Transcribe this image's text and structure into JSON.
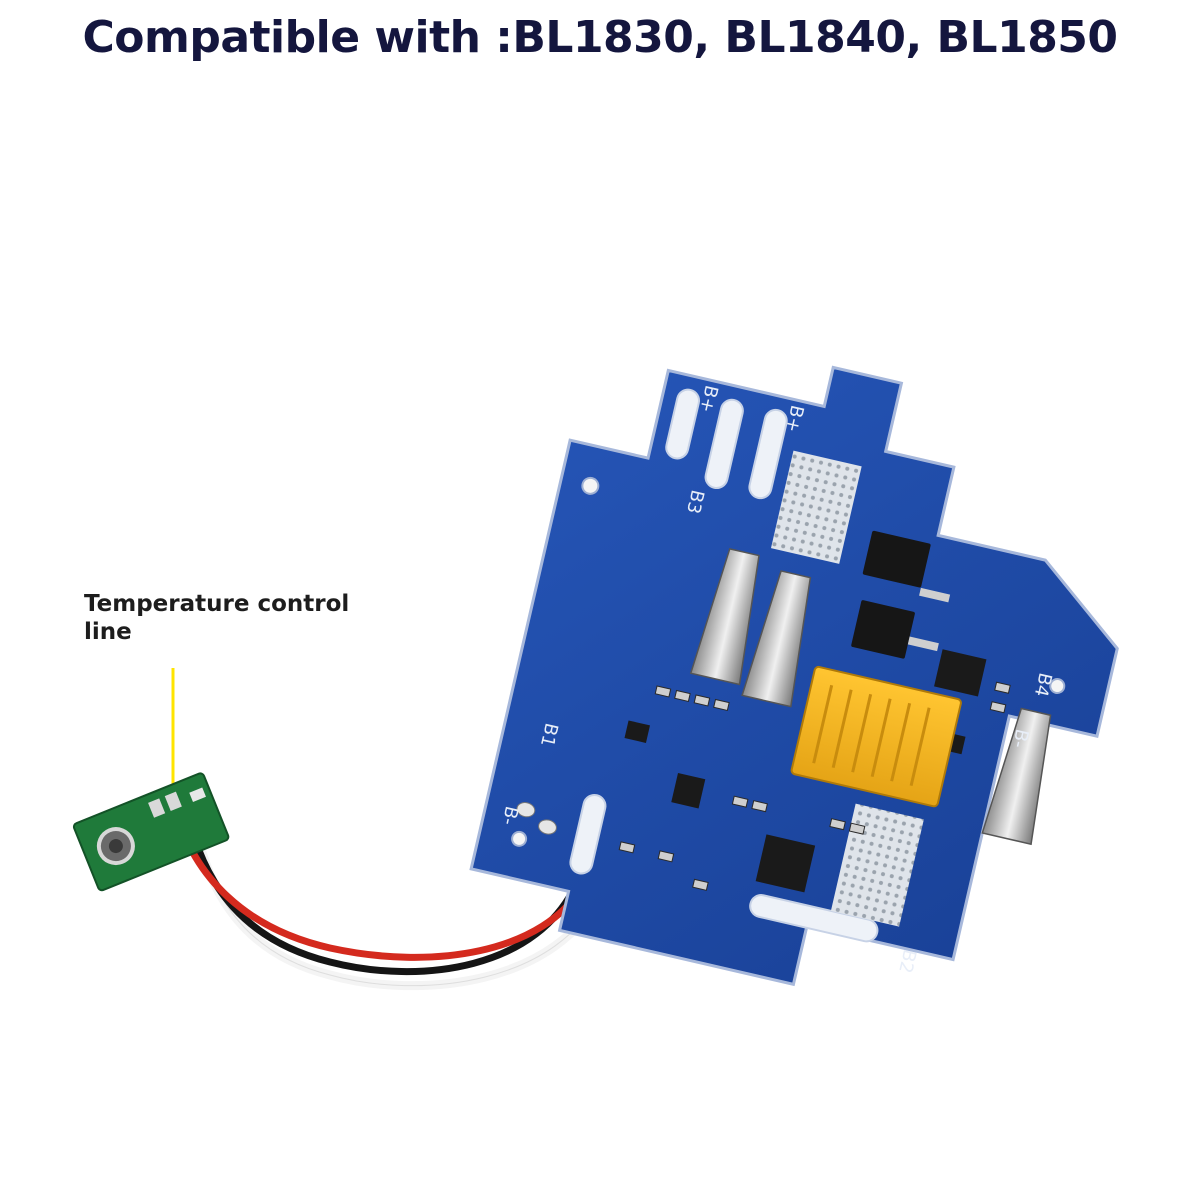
{
  "header": {
    "title": "Compatible with :BL1830, BL1840, BL1850"
  },
  "annotation": {
    "text_line1": "Temperature control",
    "text_line2": "line",
    "pointer_color": "#ffe400"
  },
  "board": {
    "silkscreen": {
      "b_plus_left": "B+",
      "b_plus_right": "B+",
      "b3": "B3",
      "b2": "B2",
      "b1": "B1",
      "b_minus_left": "B-",
      "b_minus_right": "B-",
      "b4": "B4"
    },
    "colors": {
      "pcb": "#1e4aa8",
      "pcb_dark": "#163a8a",
      "silk": "#e8eef8",
      "connector": "#f4b41a",
      "sensor_pcb": "#1f7a3a"
    }
  }
}
